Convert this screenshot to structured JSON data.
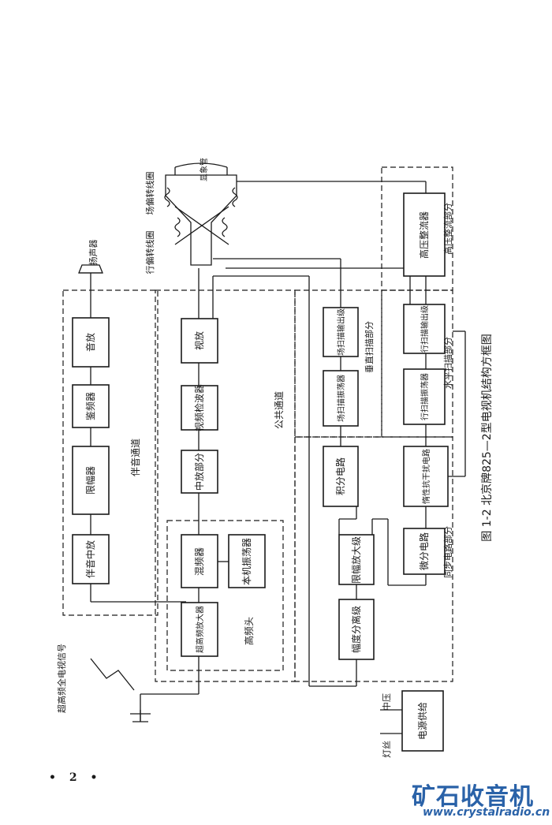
{
  "figure": {
    "caption": "图 1-2  北京牌825—2型电视机结构方框图",
    "page_number": "• 2 •"
  },
  "blocks": {
    "speaker_label": "扬声器",
    "audio_amp": "音放",
    "discriminator": "鉴频器",
    "limiter": "限幅器",
    "audio_if": "伴音中放",
    "video_amp": "视放",
    "video_detector": "视频检波器",
    "if_section": "中放部分",
    "mixer": "混频器",
    "local_osc": "本机振荡器",
    "uhf_amp": "超高频放大器",
    "tuner": "高频头",
    "vert_out": "场扫描输出级",
    "vert_osc": "场扫描振荡器",
    "integrator": "积分电路",
    "horiz_out": "行扫描输出级",
    "horiz_osc": "行扫描振荡器",
    "afc": "惰性抗干扰电路",
    "differentiator": "微分电路",
    "hv_rect": "高压整流器",
    "sync_sep": "幅度分离级",
    "clipper_amp": "限幅放大级",
    "power_supply": "电源供给"
  },
  "labels": {
    "audio_channel": "伴音通道",
    "common_channel": "公共通道",
    "vertical_section": "垂直扫描部分",
    "horizontal_section": "水平扫描部分",
    "sync_section": "同步电路部分",
    "hv_section": "高压整流部分",
    "picture_tube": "显象管",
    "h_yoke": "行偏转线圈",
    "v_yoke": "场偏转线圈",
    "input_signal": "超高频全电视信号",
    "filament": "灯丝",
    "medium_voltage": "中压"
  },
  "watermark": {
    "name": "矿石收音机",
    "url": "www.crystalradio.cn"
  }
}
